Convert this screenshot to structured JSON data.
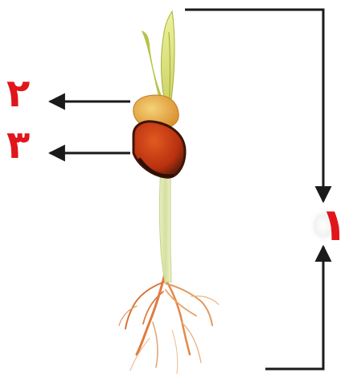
{
  "labels": {
    "one": "١",
    "two": "٢",
    "three": "٣"
  },
  "colors": {
    "label": "#e0161b",
    "arrow": "#1a1a1a",
    "leaf_light": "#e9ec8e",
    "leaf_dark": "#aebe3c",
    "cotyledon_orange": "#e0a13a",
    "seed_red": "#c33a14",
    "seed_dark": "#4a1c0c",
    "stem": "#dfe6b4",
    "root": "#e0854a"
  }
}
